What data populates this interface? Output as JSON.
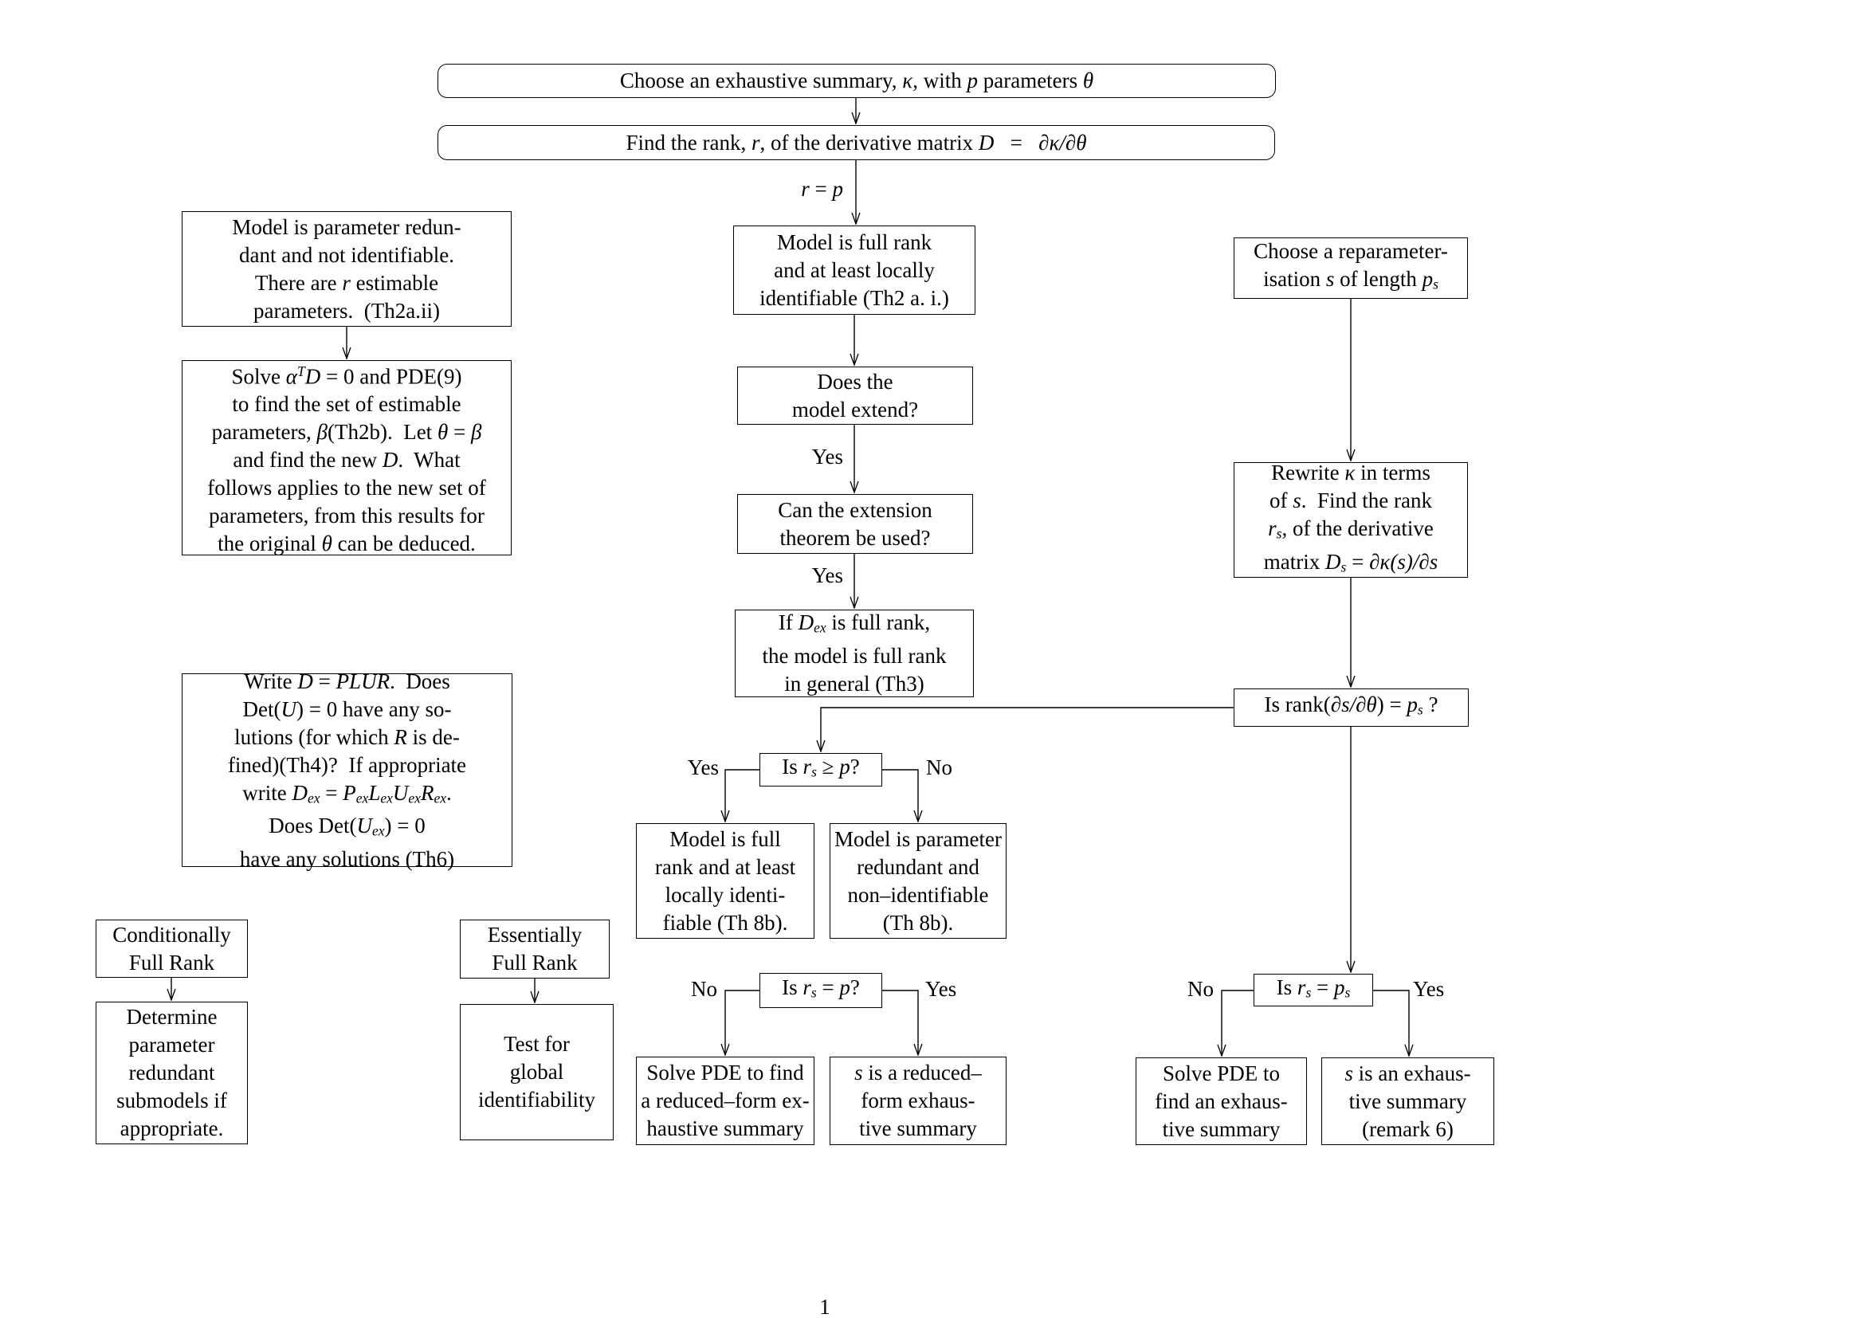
{
  "page_number": "1",
  "colors": {
    "ink": "#000000",
    "paper": "#ffffff"
  },
  "labels": {
    "yes": "Yes",
    "no": "No",
    "r_eq_p": [
      {
        "t": "r",
        "i": true
      },
      {
        "t": " = "
      },
      {
        "t": "p",
        "i": true
      }
    ]
  },
  "nodes": {
    "choose_summary": {
      "lines": [
        [
          {
            "t": "Choose an exhaustive summary, "
          },
          {
            "t": "κ",
            "i": true
          },
          {
            "t": ", with "
          },
          {
            "t": "p",
            "i": true
          },
          {
            "t": " parameters "
          },
          {
            "t": "θ",
            "i": true
          }
        ]
      ]
    },
    "find_rank": {
      "lines": [
        [
          {
            "t": "Find the rank, "
          },
          {
            "t": "r",
            "i": true
          },
          {
            "t": ", of the derivative matrix "
          },
          {
            "t": "D",
            "i": true
          },
          {
            "t": "   =   "
          },
          {
            "t": "∂κ/∂θ",
            "i": true
          }
        ]
      ]
    },
    "full_rank_local": {
      "lines": [
        [
          {
            "t": "Model is full rank"
          }
        ],
        [
          {
            "t": "and at least locally"
          }
        ],
        [
          {
            "t": "identifiable (Th2 a. i.)"
          }
        ]
      ]
    },
    "model_extend": {
      "lines": [
        [
          {
            "t": "Does the"
          }
        ],
        [
          {
            "t": "model extend?"
          }
        ]
      ]
    },
    "extension_theorem": {
      "lines": [
        [
          {
            "t": "Can the extension"
          }
        ],
        [
          {
            "t": "theorem be used?"
          }
        ]
      ]
    },
    "dex_full_rank": {
      "lines": [
        [
          {
            "t": "If "
          },
          {
            "t": "D",
            "i": true
          },
          {
            "t": "ex",
            "i": true,
            "sub": true
          },
          {
            "t": " is full rank,"
          }
        ],
        [
          {
            "t": "the model is full rank"
          }
        ],
        [
          {
            "t": "in general (Th3)"
          }
        ]
      ]
    },
    "param_redundant": {
      "lines": [
        [
          {
            "t": "Model is parameter redun-"
          }
        ],
        [
          {
            "t": "dant and not identifiable."
          }
        ],
        [
          {
            "t": "There are "
          },
          {
            "t": "r",
            "i": true
          },
          {
            "t": " estimable"
          }
        ],
        [
          {
            "t": "parameters.  (Th2a.ii)"
          }
        ]
      ]
    },
    "solve_alpha": {
      "lines": [
        [
          {
            "t": "Solve "
          },
          {
            "t": "α",
            "i": true
          },
          {
            "t": "T",
            "i": true,
            "sup": true
          },
          {
            "t": "D",
            "i": true
          },
          {
            "t": " = 0 and PDE(9)"
          }
        ],
        [
          {
            "t": "to find the set of estimable"
          }
        ],
        [
          {
            "t": "parameters, "
          },
          {
            "t": "β",
            "i": true
          },
          {
            "t": "(Th2b).  Let "
          },
          {
            "t": "θ",
            "i": true
          },
          {
            "t": " = "
          },
          {
            "t": "β",
            "i": true
          }
        ],
        [
          {
            "t": "and find the new "
          },
          {
            "t": "D",
            "i": true
          },
          {
            "t": ".  What"
          }
        ],
        [
          {
            "t": "follows applies to the new set of"
          }
        ],
        [
          {
            "t": "parameters, from this results for"
          }
        ],
        [
          {
            "t": "the original "
          },
          {
            "t": "θ",
            "i": true
          },
          {
            "t": " can be deduced."
          }
        ]
      ]
    },
    "write_plur": {
      "lines": [
        [
          {
            "t": "Write "
          },
          {
            "t": "D",
            "i": true
          },
          {
            "t": " = "
          },
          {
            "t": "PLUR",
            "i": true
          },
          {
            "t": ".  Does"
          }
        ],
        [
          {
            "t": "Det("
          },
          {
            "t": "U",
            "i": true
          },
          {
            "t": ") = 0 have any so-"
          }
        ],
        [
          {
            "t": "lutions (for which "
          },
          {
            "t": "R",
            "i": true
          },
          {
            "t": " is de-"
          }
        ],
        [
          {
            "t": "fined)(Th4)?  If appropriate"
          }
        ],
        [
          {
            "t": "write "
          },
          {
            "t": "D",
            "i": true
          },
          {
            "t": "ex",
            "i": true,
            "sub": true
          },
          {
            "t": " = "
          },
          {
            "t": "P",
            "i": true
          },
          {
            "t": "ex",
            "i": true,
            "sub": true
          },
          {
            "t": "L",
            "i": true
          },
          {
            "t": "ex",
            "i": true,
            "sub": true
          },
          {
            "t": "U",
            "i": true
          },
          {
            "t": "ex",
            "i": true,
            "sub": true
          },
          {
            "t": "R",
            "i": true
          },
          {
            "t": "ex",
            "i": true,
            "sub": true
          },
          {
            "t": "."
          }
        ],
        [
          {
            "t": "Does Det("
          },
          {
            "t": "U",
            "i": true
          },
          {
            "t": "ex",
            "i": true,
            "sub": true
          },
          {
            "t": ") = 0"
          }
        ],
        [
          {
            "t": "have any solutions (Th6)"
          }
        ]
      ]
    },
    "cond_full_rank": {
      "lines": [
        [
          {
            "t": "Conditionally"
          }
        ],
        [
          {
            "t": "Full Rank"
          }
        ]
      ]
    },
    "determine_submodels": {
      "lines": [
        [
          {
            "t": "Determine"
          }
        ],
        [
          {
            "t": "parameter"
          }
        ],
        [
          {
            "t": "redundant"
          }
        ],
        [
          {
            "t": "submodels if"
          }
        ],
        [
          {
            "t": "appropriate."
          }
        ]
      ]
    },
    "ess_full_rank": {
      "lines": [
        [
          {
            "t": "Essentially"
          }
        ],
        [
          {
            "t": "Full Rank"
          }
        ]
      ]
    },
    "test_global": {
      "lines": [
        [
          {
            "t": "Test for"
          }
        ],
        [
          {
            "t": "global"
          }
        ],
        [
          {
            "t": "identifiability"
          }
        ]
      ]
    },
    "q_rank_ds": {
      "lines": [
        [
          {
            "t": "Is rank("
          },
          {
            "t": "∂s/∂θ",
            "i": true
          },
          {
            "t": ") = "
          },
          {
            "t": "p",
            "i": true
          },
          {
            "t": "s",
            "i": true,
            "sub": true
          },
          {
            "t": " ?"
          }
        ]
      ]
    },
    "q_rs_ge_p": {
      "lines": [
        [
          {
            "t": "Is "
          },
          {
            "t": "r",
            "i": true
          },
          {
            "t": "s",
            "i": true,
            "sub": true
          },
          {
            "t": " ≥ "
          },
          {
            "t": "p",
            "i": true
          },
          {
            "t": "?"
          }
        ]
      ]
    },
    "full_rank_th8b": {
      "lines": [
        [
          {
            "t": "Model is full"
          }
        ],
        [
          {
            "t": "rank and at least"
          }
        ],
        [
          {
            "t": "locally identi-"
          }
        ],
        [
          {
            "t": "fiable (Th 8b)."
          }
        ]
      ]
    },
    "param_redundant_th8b": {
      "lines": [
        [
          {
            "t": "Model is parameter"
          }
        ],
        [
          {
            "t": "redundant and"
          }
        ],
        [
          {
            "t": "non–identifiable"
          }
        ],
        [
          {
            "t": "(Th 8b)."
          }
        ]
      ]
    },
    "q_rs_eq_p": {
      "lines": [
        [
          {
            "t": "Is "
          },
          {
            "t": "r",
            "i": true
          },
          {
            "t": "s",
            "i": true,
            "sub": true
          },
          {
            "t": " = "
          },
          {
            "t": "p",
            "i": true
          },
          {
            "t": "?"
          }
        ]
      ]
    },
    "solve_pde_reduced": {
      "lines": [
        [
          {
            "t": "Solve PDE to find"
          }
        ],
        [
          {
            "t": "a reduced–form ex-"
          }
        ],
        [
          {
            "t": "haustive summary"
          }
        ]
      ]
    },
    "s_reduced_form": {
      "lines": [
        [
          {
            "t": "s",
            "i": true
          },
          {
            "t": " is a reduced–"
          }
        ],
        [
          {
            "t": "form exhaus-"
          }
        ],
        [
          {
            "t": "tive summary"
          }
        ]
      ]
    },
    "choose_reparam": {
      "lines": [
        [
          {
            "t": "Choose a reparameter-"
          }
        ],
        [
          {
            "t": "isation "
          },
          {
            "t": "s",
            "i": true
          },
          {
            "t": " of length "
          },
          {
            "t": "p",
            "i": true
          },
          {
            "t": "s",
            "i": true,
            "sub": true
          }
        ]
      ]
    },
    "rewrite_kappa": {
      "lines": [
        [
          {
            "t": "Rewrite "
          },
          {
            "t": "κ",
            "i": true
          },
          {
            "t": " in terms"
          }
        ],
        [
          {
            "t": "of "
          },
          {
            "t": "s",
            "i": true
          },
          {
            "t": ".  Find the rank"
          }
        ],
        [
          {
            "t": "r",
            "i": true
          },
          {
            "t": "s",
            "i": true,
            "sub": true
          },
          {
            "t": ", of the derivative"
          }
        ],
        [
          {
            "t": "matrix "
          },
          {
            "t": "D",
            "i": true
          },
          {
            "t": "s",
            "i": true,
            "sub": true
          },
          {
            "t": " = "
          },
          {
            "t": "∂κ(s)/∂s",
            "i": true
          }
        ]
      ]
    },
    "q_rs_eq_ps": {
      "lines": [
        [
          {
            "t": "Is "
          },
          {
            "t": "r",
            "i": true
          },
          {
            "t": "s",
            "i": true,
            "sub": true
          },
          {
            "t": " = "
          },
          {
            "t": "p",
            "i": true
          },
          {
            "t": "s",
            "i": true,
            "sub": true
          }
        ]
      ]
    },
    "solve_pde_exhaustive": {
      "lines": [
        [
          {
            "t": "Solve PDE to"
          }
        ],
        [
          {
            "t": "find an exhaus-"
          }
        ],
        [
          {
            "t": "tive summary"
          }
        ]
      ]
    },
    "s_exhaustive": {
      "lines": [
        [
          {
            "t": "s",
            "i": true
          },
          {
            "t": " is an exhaus-"
          }
        ],
        [
          {
            "t": "tive summary"
          }
        ],
        [
          {
            "t": "(remark 6)"
          }
        ]
      ]
    }
  }
}
